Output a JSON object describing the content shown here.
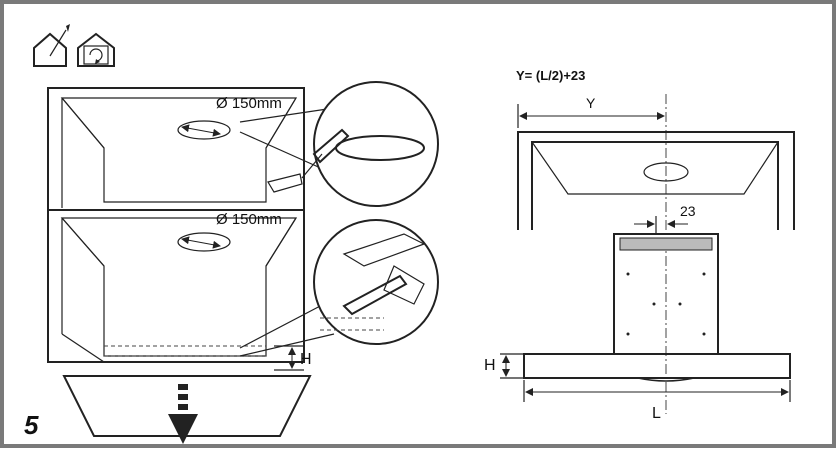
{
  "step_number": "5",
  "left_view": {
    "upper_hole_label": "Ø 150mm",
    "lower_hole_label": "Ø 150mm",
    "height_label": "H"
  },
  "right_view": {
    "formula": "Y= (L/2)+23",
    "y_label": "Y",
    "offset_label": "23",
    "height_label": "H",
    "width_label": "L"
  },
  "icons": [
    "house-outlet-icon",
    "house-recirculation-icon"
  ]
}
